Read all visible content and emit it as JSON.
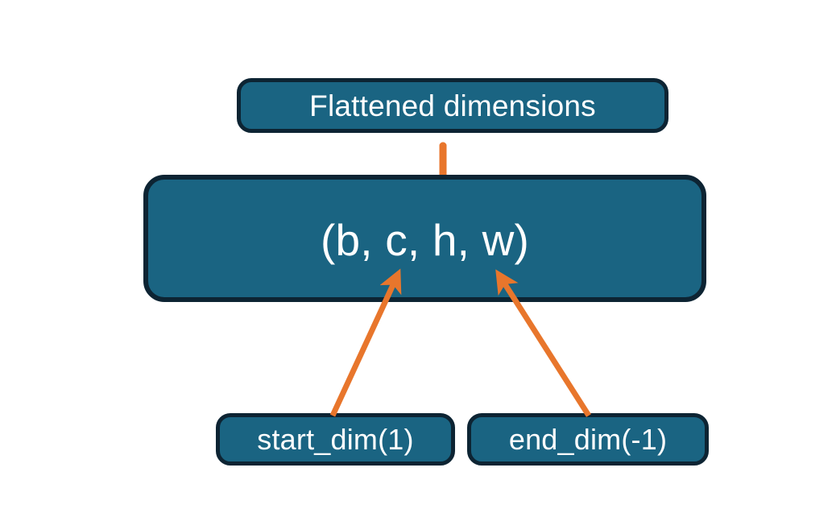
{
  "diagram": {
    "title_node": {
      "label": "Flattened dimensions"
    },
    "shape_node": {
      "label": "(b, c, h, w)"
    },
    "start_node": {
      "label": "start_dim(1)"
    },
    "end_node": {
      "label": "end_dim(-1)"
    },
    "colors": {
      "box_fill": "#1a6482",
      "box_border": "#0d2433",
      "accent": "#e8762c",
      "text": "#ffffff",
      "background": "#ffffff"
    },
    "connectors": {
      "brace": {
        "name": "curly-brace-up",
        "color": "#e8762c",
        "spans_from": "c",
        "spans_to": "w"
      },
      "start_arrow": {
        "name": "arrow-start-dim-to-c",
        "color": "#e8762c"
      },
      "end_arrow": {
        "name": "arrow-end-dim-to-w",
        "color": "#e8762c"
      }
    }
  }
}
